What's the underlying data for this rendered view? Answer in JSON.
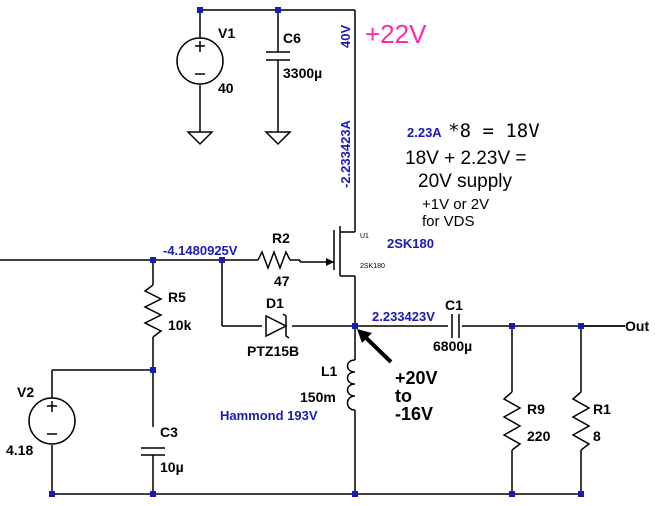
{
  "colors": {
    "wire": "#000000",
    "net_label": "#1a1ab8",
    "supply_note": "#ff2aa6",
    "background": "#ffffff"
  },
  "components": {
    "v1": {
      "name": "V1",
      "value": "40"
    },
    "c6": {
      "name": "C6",
      "value": "3300µ"
    },
    "r2": {
      "name": "R2",
      "value": "47"
    },
    "d1": {
      "name": "D1",
      "value": "PTZ15B"
    },
    "r5": {
      "name": "R5",
      "value": "10k"
    },
    "v2": {
      "name": "V2",
      "value": "4.18"
    },
    "c3": {
      "name": "C3",
      "value": "10µ"
    },
    "u1": {
      "name": "U1",
      "value": "2SK180",
      "model": "2SK180",
      "label": "2SK180"
    },
    "l1": {
      "name": "L1",
      "value": "150m",
      "part": "Hammond 193V"
    },
    "c1": {
      "name": "C1",
      "value": "6800µ"
    },
    "r9": {
      "name": "R9",
      "value": "220"
    },
    "r1": {
      "name": "R1",
      "value": "8"
    }
  },
  "net_labels": {
    "supply_voltage": "40V",
    "drain_current": "-2.233423A",
    "gate_voltage": "-4.1480925V",
    "source_voltage": "2.233423V"
  },
  "output_label": "Out",
  "notes": {
    "supply": "+22V",
    "calc_prefix": "2.23A",
    "calc_rest": "*8 = 18V",
    "calc_line2": "18V + 2.23V =",
    "calc_line3": "20V supply",
    "calc_line4": "+1V or 2V",
    "calc_line5": "for VDS",
    "swing_line1": "+20V",
    "swing_line2": "to",
    "swing_line3": "-16V"
  },
  "icons": [
    "voltage-source-icon",
    "capacitor-icon",
    "resistor-icon",
    "zener-diode-icon",
    "mosfet-icon",
    "inductor-icon",
    "ground-icon",
    "arrow-icon"
  ]
}
